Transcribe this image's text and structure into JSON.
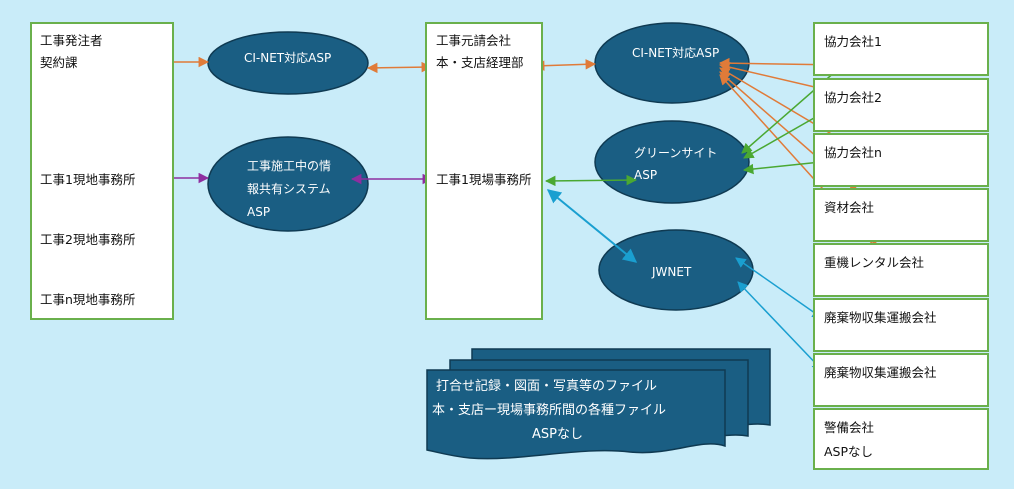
{
  "colors": {
    "background": "#c9ecf9",
    "box_border": "#6ab04c",
    "ellipse_fill": "#1a5e83",
    "ellipse_stroke": "#0f3a52",
    "arrow_orange": "#e07b39",
    "arrow_purple": "#8e2ea0",
    "arrow_green": "#4aa832",
    "arrow_blue": "#1a9fd0"
  },
  "client": {
    "line1": "工事発注者",
    "line2": "契約課",
    "site1": "工事1現地事務所",
    "site2": "工事2現地事務所",
    "siten": "工事n現地事務所"
  },
  "contractor": {
    "line1": "工事元請会社",
    "line2": "本・支店経理部",
    "site1": "工事1現場事務所"
  },
  "asp_left_top": {
    "label": "CI-NET対応ASP"
  },
  "asp_left_mid": {
    "line1": "工事施工中の情",
    "line2": "報共有システム",
    "line3": "ASP"
  },
  "asp_right_top": {
    "label": "CI-NET対応ASP"
  },
  "asp_green": {
    "line1": "グリーンサイト",
    "line2": "ASP"
  },
  "asp_jwnet": {
    "label": "JWNET"
  },
  "partners": [
    {
      "line1": "協力会社1"
    },
    {
      "line1": "協力会社2"
    },
    {
      "line1": "協力会社n"
    },
    {
      "line1": "資材会社"
    },
    {
      "line1": "重機レンタル会社"
    },
    {
      "line1": "廃棄物収集運搬会社"
    },
    {
      "line1": "廃棄物収集運搬会社"
    },
    {
      "line1": "警備会社",
      "line2": "ASPなし"
    }
  ],
  "files": {
    "line1": "打合せ記録・図面・写真等のファイル",
    "line2": "本・支店ー現場事務所間の各種ファイル",
    "line3": "ASPなし"
  }
}
